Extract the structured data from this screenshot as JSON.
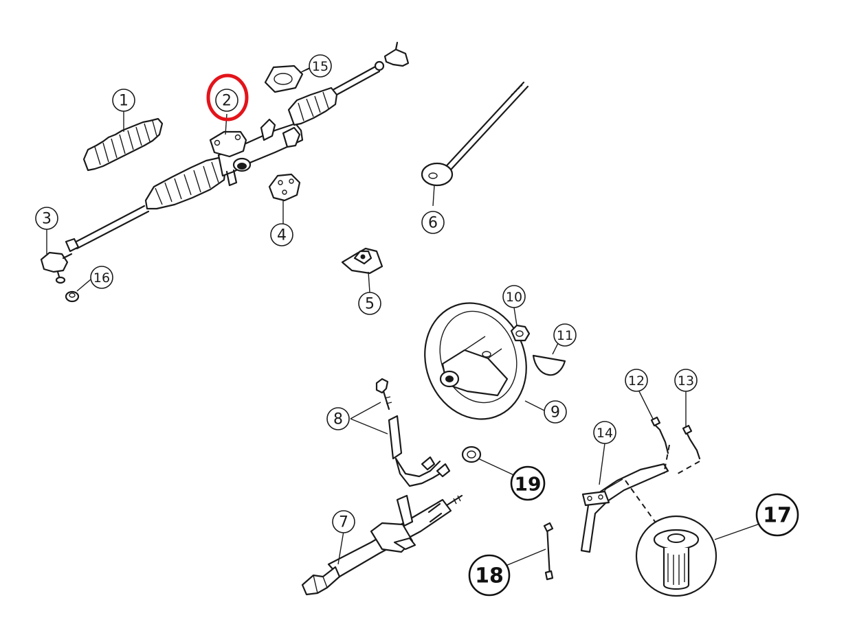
{
  "diagram": {
    "highlight_color": "#e3141b",
    "callouts": [
      {
        "id": "1",
        "text": "1"
      },
      {
        "id": "2",
        "text": "2",
        "highlighted": true
      },
      {
        "id": "3",
        "text": "3"
      },
      {
        "id": "4",
        "text": "4"
      },
      {
        "id": "5",
        "text": "5"
      },
      {
        "id": "6",
        "text": "6"
      },
      {
        "id": "7",
        "text": "7"
      },
      {
        "id": "8",
        "text": "8"
      },
      {
        "id": "9",
        "text": "9"
      },
      {
        "id": "10",
        "text": "10"
      },
      {
        "id": "11",
        "text": "11"
      },
      {
        "id": "12",
        "text": "12"
      },
      {
        "id": "13",
        "text": "13"
      },
      {
        "id": "14",
        "text": "14"
      },
      {
        "id": "15",
        "text": "15"
      },
      {
        "id": "16",
        "text": "16"
      },
      {
        "id": "17",
        "text": "17",
        "bold": true
      },
      {
        "id": "18",
        "text": "18",
        "bold": true
      },
      {
        "id": "19",
        "text": "19",
        "bold": true
      }
    ]
  }
}
